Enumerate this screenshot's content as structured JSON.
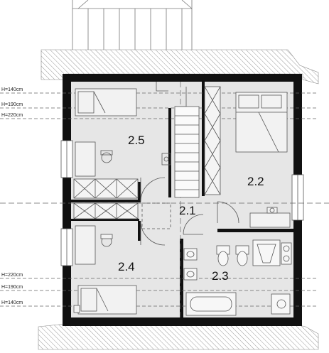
{
  "rooms": {
    "r21": "2.1",
    "r22": "2.2",
    "r23": "2.3",
    "r24": "2.4",
    "r25": "2.5"
  },
  "height_marks": {
    "top": [
      "H=140cm",
      "H=190cm",
      "H=220cm"
    ],
    "bottom": [
      "H=220cm",
      "H=190cm",
      "H=140cm"
    ]
  },
  "colors": {
    "wall": "#111111",
    "floor": "#e6e6e6",
    "roof_hatch": "#9a9a9a",
    "line": "#555555"
  }
}
